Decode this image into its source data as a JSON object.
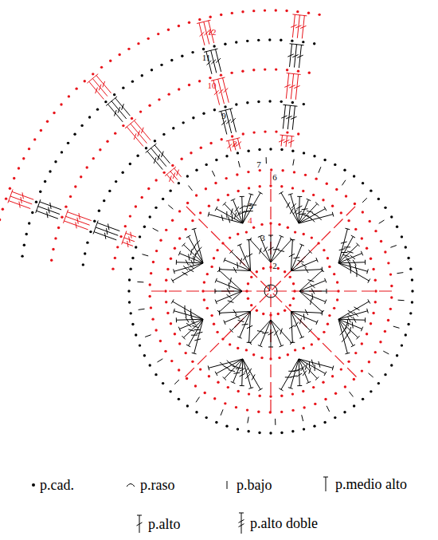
{
  "diagram": {
    "labels": [
      "1",
      "2",
      "3",
      "4",
      "5",
      "6",
      "7",
      "8",
      "9",
      "10",
      "11",
      "12"
    ],
    "legend": [
      {
        "text": "p.cad."
      },
      {
        "text": "p.raso"
      },
      {
        "text": "p.bajo"
      },
      {
        "text": "p.medio alto"
      },
      {
        "text": "p.alto"
      },
      {
        "text": "p.alto doble"
      }
    ]
  }
}
